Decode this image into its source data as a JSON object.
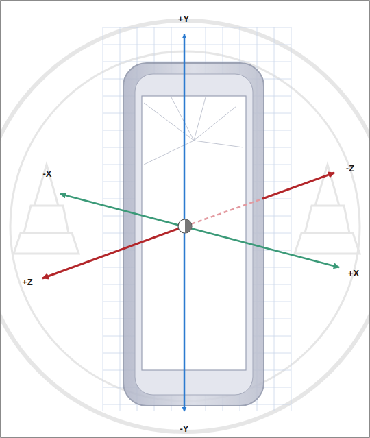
{
  "diagram": {
    "labels": [
      "+Y",
      "-Y",
      "-X",
      "+X",
      "-Z",
      "+Z"
    ]
  }
}
